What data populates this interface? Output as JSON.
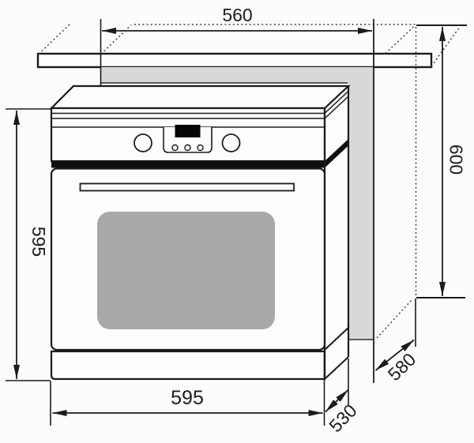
{
  "diagram": {
    "dimensions": {
      "top_width": "560",
      "left_height": "595",
      "right_height": "600",
      "bottom_width": "595",
      "front_depth": "530",
      "niche_depth": "580"
    },
    "colors": {
      "line": "#1b1b1b",
      "cabinet_panel": "#d8d8d8",
      "door_window": "#a8a8a8",
      "black_band": "#0f0f0f",
      "display": "#050505",
      "background": "#fcfcfc",
      "surface": "#fdfdfd"
    }
  }
}
